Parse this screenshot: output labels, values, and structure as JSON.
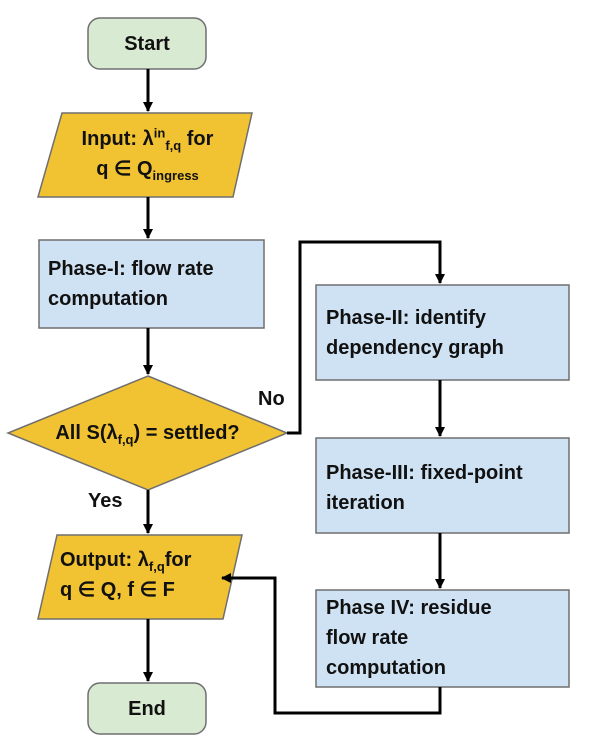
{
  "flowchart": {
    "start": "Start",
    "input": {
      "line1_prefix": "Input: ",
      "lambda": "λ",
      "sup": "in",
      "sub": "f,q",
      "line1_suffix": " for",
      "line2_prefix": "q ∈ Q",
      "line2_sub": "ingress"
    },
    "phase1": {
      "line1": "Phase-I: flow rate",
      "line2": "computation"
    },
    "decision": {
      "prefix": "All S(",
      "lambda": "λ",
      "sub": "f,q",
      "suffix": ") = settled?"
    },
    "branch_no": "No",
    "branch_yes": "Yes",
    "phase2": {
      "line1": "Phase-II: identify",
      "line2": "dependency graph"
    },
    "phase3": {
      "line1": "Phase-III: fixed-point",
      "line2": "iteration"
    },
    "phase4": {
      "line1": "Phase IV: residue",
      "line2": "flow rate",
      "line3": "computation"
    },
    "output": {
      "line1_prefix": "Output: ",
      "lambda": "λ",
      "sub": "f,q",
      "line1_suffix": "for",
      "line2": "q ∈ Q, f ∈ F"
    },
    "end": "End"
  },
  "colors": {
    "terminal_fill": "#d9ead3",
    "io_fill": "#f1c232",
    "process_fill": "#cfe2f3",
    "border": "#6f6f6f",
    "arrow": "#000000"
  }
}
